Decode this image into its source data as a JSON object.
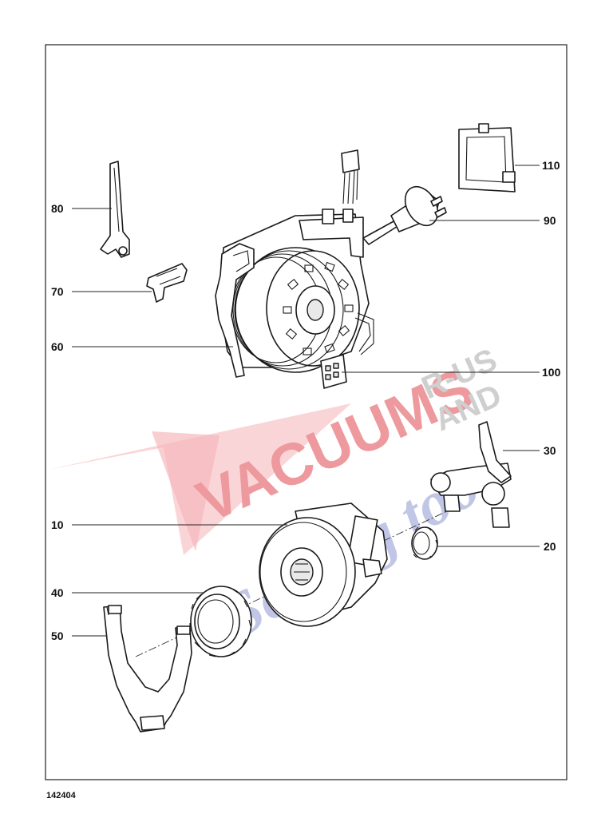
{
  "document_number": "142404",
  "watermark": {
    "brand": "VACUUMS",
    "line_r_us": "R-US",
    "line_and": "AND",
    "script": "Sewing too",
    "colors": {
      "red": "#e0474f",
      "gray": "#a8a8a8",
      "blue": "#8f98d4"
    }
  },
  "callouts": [
    {
      "id": "80",
      "label": "80"
    },
    {
      "id": "70",
      "label": "70"
    },
    {
      "id": "60",
      "label": "60"
    },
    {
      "id": "110",
      "label": "110"
    },
    {
      "id": "90",
      "label": "90"
    },
    {
      "id": "100",
      "label": "100"
    },
    {
      "id": "30",
      "label": "30"
    },
    {
      "id": "10",
      "label": "10"
    },
    {
      "id": "20",
      "label": "20"
    },
    {
      "id": "40",
      "label": "40"
    },
    {
      "id": "50",
      "label": "50"
    }
  ],
  "parts": [
    {
      "number": "10",
      "icon": "motor-icon"
    },
    {
      "number": "20",
      "icon": "coupling-icon"
    },
    {
      "number": "30",
      "icon": "motor-bracket-icon"
    },
    {
      "number": "40",
      "icon": "bearing-ring-icon"
    },
    {
      "number": "50",
      "icon": "fork-support-icon"
    },
    {
      "number": "60",
      "icon": "cable-reel-icon"
    },
    {
      "number": "70",
      "icon": "contact-clip-icon"
    },
    {
      "number": "80",
      "icon": "lever-icon"
    },
    {
      "number": "90",
      "icon": "mains-plug-icon"
    },
    {
      "number": "100",
      "icon": "terminal-block-icon"
    },
    {
      "number": "110",
      "icon": "square-frame-icon"
    }
  ]
}
